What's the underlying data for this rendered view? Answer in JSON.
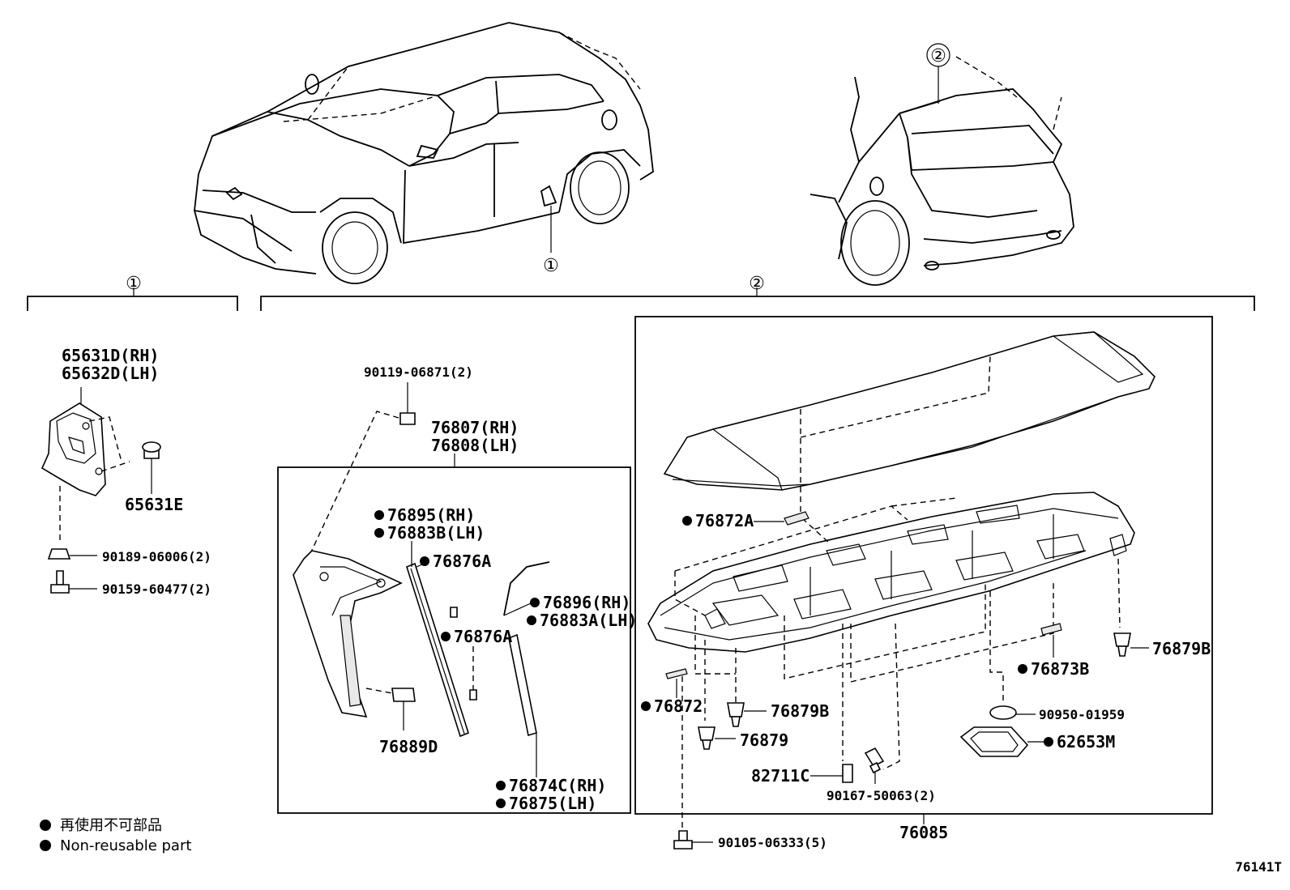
{
  "callouts": {
    "section_1": "①",
    "section_2": "②",
    "car_front_marker": "①",
    "car_rear_marker": "②"
  },
  "section_1_parts": {
    "p65631d": "65631D(RH)",
    "p65632d": "65632D(LH)",
    "p65631e": "65631E",
    "p90189": "90189-06006(2)",
    "p90159": "90159-60477(2)"
  },
  "section_2_left_parts": {
    "p90119": "90119-06871(2)",
    "p76807": "76807(RH)",
    "p76808": "76808(LH)",
    "p76895": "76895(RH)",
    "p76883b": "76883B(LH)",
    "p76876a_1": "76876A",
    "p76876a_2": "76876A",
    "p76896": "76896(RH)",
    "p76883a": "76883A(LH)",
    "p76889d": "76889D",
    "p76874c": "76874C(RH)",
    "p76875": "76875(LH)"
  },
  "section_2_right_parts": {
    "p76872a": "76872A",
    "p76873b": "76873B",
    "p76879b_1": "76879B",
    "p76879b_2": "76879B",
    "p76872": "76872",
    "p76879": "76879",
    "p90950": "90950-01959",
    "p62653m": "62653M",
    "p82711c": "82711C",
    "p90167": "90167-50063(2)",
    "p90105": "90105-06333(5)",
    "p76085": "76085"
  },
  "legend": {
    "jp": "再使用不可部品",
    "en": "Non-reusable part"
  },
  "diagram_code": "76141T"
}
